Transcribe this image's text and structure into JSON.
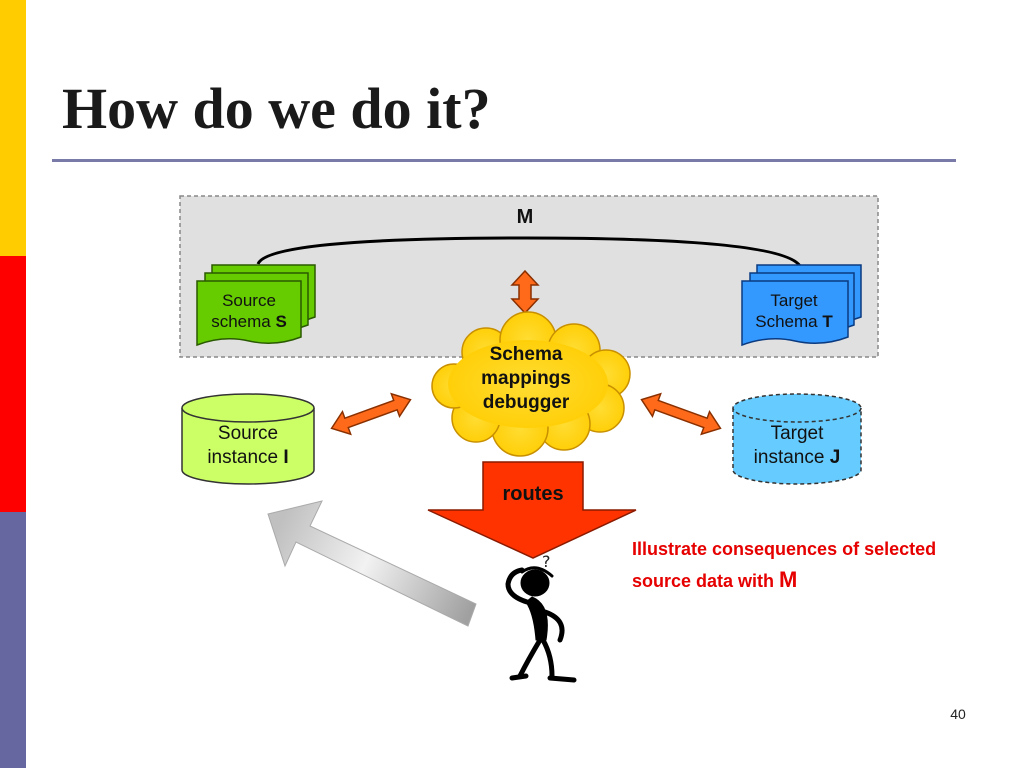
{
  "slide": {
    "title": "How do we do it?",
    "page_number": "40"
  },
  "diagram": {
    "mapping_label": "M",
    "source_schema": {
      "text": "Source schema",
      "symbol": "S"
    },
    "target_schema": {
      "text": "Target Schema",
      "symbol": "T"
    },
    "debugger": "Schema mappings debugger",
    "source_instance": {
      "text": "Source instance",
      "symbol": "I"
    },
    "target_instance": {
      "text": "Target instance",
      "symbol": "J"
    },
    "routes": "routes",
    "question_mark": "?"
  },
  "note": {
    "text": "Illustrate consequences of selected source data with",
    "symbol": "M"
  },
  "colors": {
    "sidebar_yellow": "#ffcc00",
    "sidebar_red": "#ff0000",
    "sidebar_purple": "#6666a0",
    "schema_source": "#66cc00",
    "schema_target": "#3399ff",
    "debugger_cloud": "#ffcc00",
    "instance_source": "#ccff66",
    "instance_target": "#66ccff",
    "routes_arrow": "#ff3300",
    "note_text": "#e60000"
  }
}
